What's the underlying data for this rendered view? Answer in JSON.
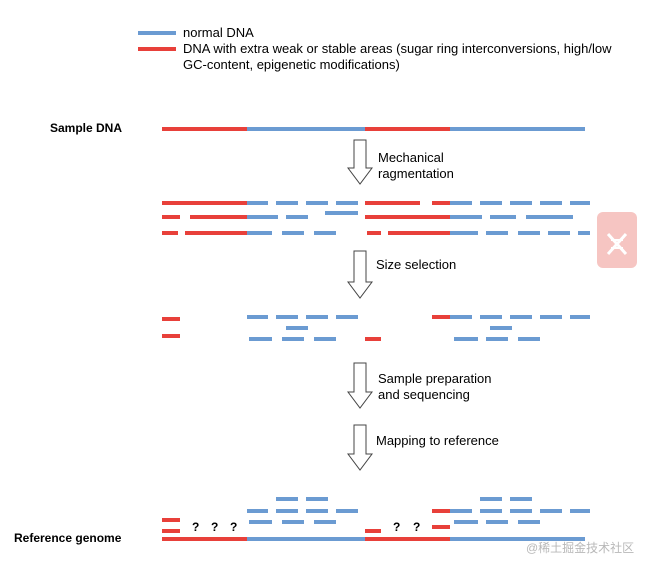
{
  "legend": {
    "normal_label": "normal DNA",
    "weak_label_line1": "DNA with extra weak or stable areas (sugar ring interconversions, high/low",
    "weak_label_line2": "GC-content, epigenetic modifications)"
  },
  "labels": {
    "sample_dna": "Sample DNA",
    "reference_genome": "Reference genome"
  },
  "steps": {
    "step1_line1": "Mechanical",
    "step1_line2": "ragmentation",
    "step2": "Size selection",
    "step3_line1": "Sample preparation",
    "step3_line2": "and sequencing",
    "step4": "Mapping to reference"
  },
  "unknown_mark": "?",
  "watermark": "@稀土掘金技术社区",
  "colors": {
    "normal_dna": "#6b9bd2",
    "weak_dna": "#e8403a",
    "arrow": "#444444",
    "logo_bg": "#f6c5c2"
  },
  "icons": {
    "watermark_logo": "dna-helix-icon"
  }
}
